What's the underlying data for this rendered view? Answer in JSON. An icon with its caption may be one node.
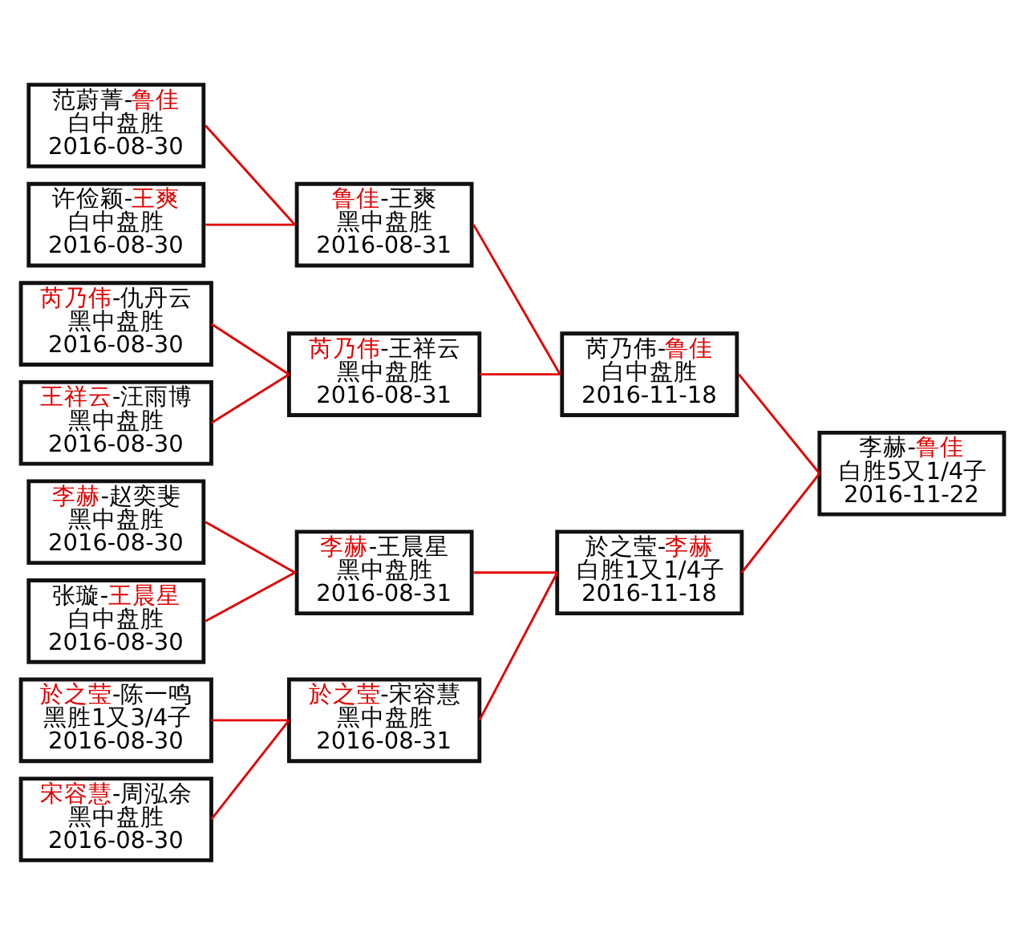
{
  "diagram": {
    "nodes": [
      {
        "text": [
          "范蔚菁-鲁佳",
          "白中盘胜",
          "2016-08-30"
        ]
      },
      {
        "text": [
          "许俭颖-王爽",
          "白中盘胜",
          "2016-08-30"
        ]
      },
      {
        "text": [
          "芮乃伟-仇丹云",
          "黑中盘胜",
          "2016-08-30"
        ]
      },
      {
        "text": [
          "王祥云-汪雨博",
          "黑中盘胜",
          "2016-08-30"
        ]
      },
      {
        "text": [
          "李赫-赵奕斐",
          "黑中盘胜",
          "2016-08-30"
        ]
      },
      {
        "text": [
          "张璇-王晨星",
          "白中盘胜",
          "2016-08-30"
        ]
      },
      {
        "text": [
          "於之莹-陈一鸣",
          "黑胜1又3/4子",
          "2016-08-30"
        ]
      },
      {
        "text": [
          "宋容慧-周泓余",
          "黑中盘胜",
          "2016-08-30"
        ]
      },
      {
        "text": [
          "鲁佳-王爽",
          "黑中盘胜",
          "2016-08-31"
        ]
      },
      {
        "text": [
          "芮乃伟-王祥云",
          "黑中盘胜",
          "2016-08-31"
        ]
      },
      {
        "text": [
          "李赫-王晨星",
          "黑中盘胜",
          "2016-08-31"
        ]
      },
      {
        "text": [
          "於之莹-宋容慧",
          "黑中盘胜",
          "2016-08-31"
        ]
      },
      {
        "text": [
          "芮乃伟-鲁佳",
          "白中盘胜",
          "2016-11-18"
        ]
      },
      {
        "text": [
          "於之莹-李赫",
          "白胜1又1/4子",
          "2016-11-18"
        ]
      },
      {
        "text": [
          "李赫-鲁佳",
          "白胜5又1/4子",
          "2016-11-22"
        ]
      }
    ],
    "edges": [
      {
        "from": 0,
        "to": 8,
        "arrow": "none"
      },
      {
        "from": 1,
        "to": 8,
        "arrow": "none"
      },
      {
        "from": 2,
        "to": 9,
        "arrow": "none"
      },
      {
        "from": 3,
        "to": 9,
        "arrow": "none"
      },
      {
        "from": 4,
        "to": 10,
        "arrow": "none"
      },
      {
        "from": 5,
        "to": 10,
        "arrow": "none"
      },
      {
        "from": 6,
        "to": 11,
        "arrow": "none"
      },
      {
        "from": 7,
        "to": 11,
        "arrow": "none"
      },
      {
        "from": 8,
        "to": 12,
        "arrow": "none"
      },
      {
        "from": 9,
        "to": 12,
        "arrow": "none"
      },
      {
        "from": 10,
        "to": 13,
        "arrow": "none"
      },
      {
        "from": 11,
        "to": 13,
        "arrow": "none"
      },
      {
        "from": 12,
        "to": 14,
        "arrow": "none"
      },
      {
        "from": 13,
        "to": 14,
        "arrow": "none"
      }
    ]
  }
}
